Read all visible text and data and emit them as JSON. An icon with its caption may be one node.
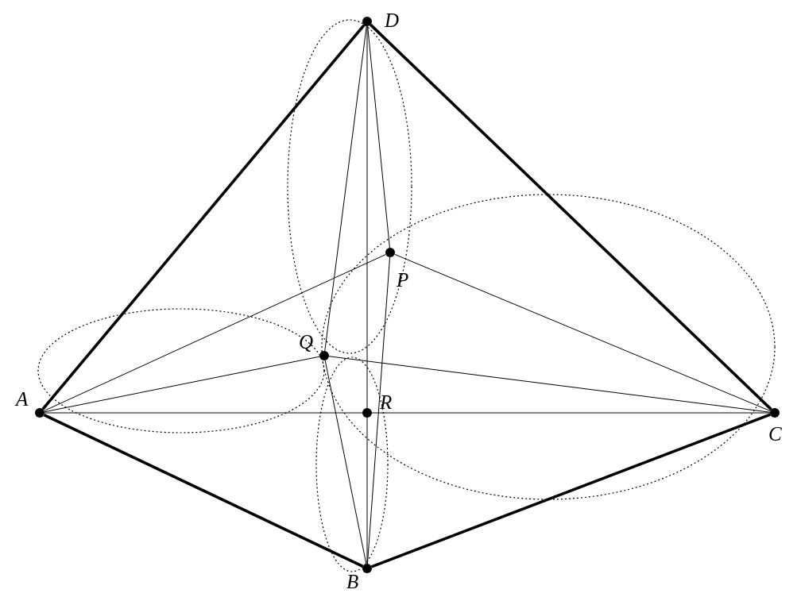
{
  "diagram": {
    "nodes": [
      {
        "text": [
          "D"
        ]
      },
      {
        "text": [
          "P"
        ]
      },
      {
        "text": [
          "Q"
        ]
      },
      {
        "text": [
          "A"
        ]
      },
      {
        "text": [
          "R"
        ]
      },
      {
        "text": [
          "C"
        ]
      },
      {
        "text": [
          "B"
        ]
      }
    ],
    "edges": [
      {
        "from": 3,
        "to": 0,
        "arrow": "none",
        "style": "thick"
      },
      {
        "from": 0,
        "to": 5,
        "arrow": "none",
        "style": "thick"
      },
      {
        "from": 5,
        "to": 6,
        "arrow": "none",
        "style": "thick"
      },
      {
        "from": 6,
        "to": 3,
        "arrow": "none",
        "style": "thick"
      },
      {
        "from": 3,
        "to": 5,
        "arrow": "none"
      },
      {
        "from": 0,
        "to": 6,
        "arrow": "none"
      },
      {
        "from": 0,
        "to": 2,
        "arrow": "none"
      },
      {
        "from": 0,
        "to": 1,
        "arrow": "none"
      },
      {
        "from": 3,
        "to": 1,
        "arrow": "none"
      },
      {
        "from": 1,
        "to": 5,
        "arrow": "none"
      },
      {
        "from": 3,
        "to": 2,
        "arrow": "none"
      },
      {
        "from": 2,
        "to": 5,
        "arrow": "none"
      },
      {
        "from": 2,
        "to": 6,
        "arrow": "none"
      },
      {
        "from": 1,
        "to": 6,
        "arrow": "none"
      }
    ]
  }
}
